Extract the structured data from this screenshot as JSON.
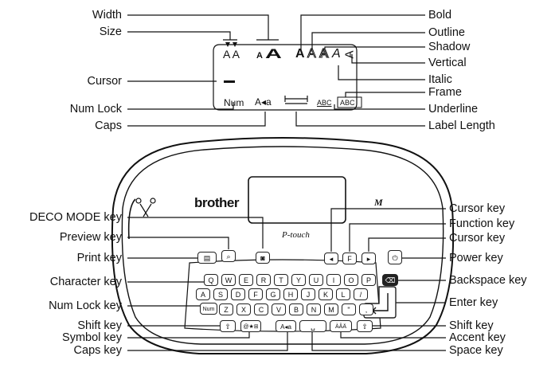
{
  "display_labels_left": {
    "width": "Width",
    "size": "Size",
    "cursor": "Cursor",
    "num_lock": "Num Lock",
    "caps": "Caps"
  },
  "display_labels_right": {
    "bold": "Bold",
    "outline": "Outline",
    "shadow": "Shadow",
    "vertical": "Vertical",
    "italic": "Italic",
    "frame": "Frame",
    "underline": "Underline",
    "label_length": "Label Length"
  },
  "display_icons": {
    "size": "A A",
    "width": "A A",
    "num": "Num",
    "caps": "A◂a",
    "underline": "ABC",
    "frame": "ABC"
  },
  "device": {
    "brand": "brother",
    "model_logo": "P-touch",
    "badge": "M"
  },
  "keyboard": {
    "row1": [
      "Q",
      "W",
      "E",
      "R",
      "T",
      "Y",
      "U",
      "I",
      "O",
      "P"
    ],
    "row2": [
      "A",
      "S",
      "D",
      "F",
      "G",
      "H",
      "J",
      "K",
      "L"
    ],
    "row3": [
      "Z",
      "X",
      "C",
      "V",
      "B",
      "N",
      "M"
    ],
    "num_key": "Num",
    "function_key": "F"
  },
  "key_labels_left": {
    "deco_mode": "DECO MODE key",
    "preview": "Preview key",
    "print": "Print key",
    "character": "Character key",
    "num_lock": "Num Lock key",
    "shift": "Shift key",
    "symbol": "Symbol key",
    "caps": "Caps key"
  },
  "key_labels_right": {
    "cursor1": "Cursor key",
    "function": "Function key",
    "cursor2": "Cursor key",
    "power": "Power key",
    "backspace": "Backspace key",
    "enter": "Enter key",
    "shift": "Shift key",
    "accent": "Accent key",
    "space": "Space key"
  }
}
